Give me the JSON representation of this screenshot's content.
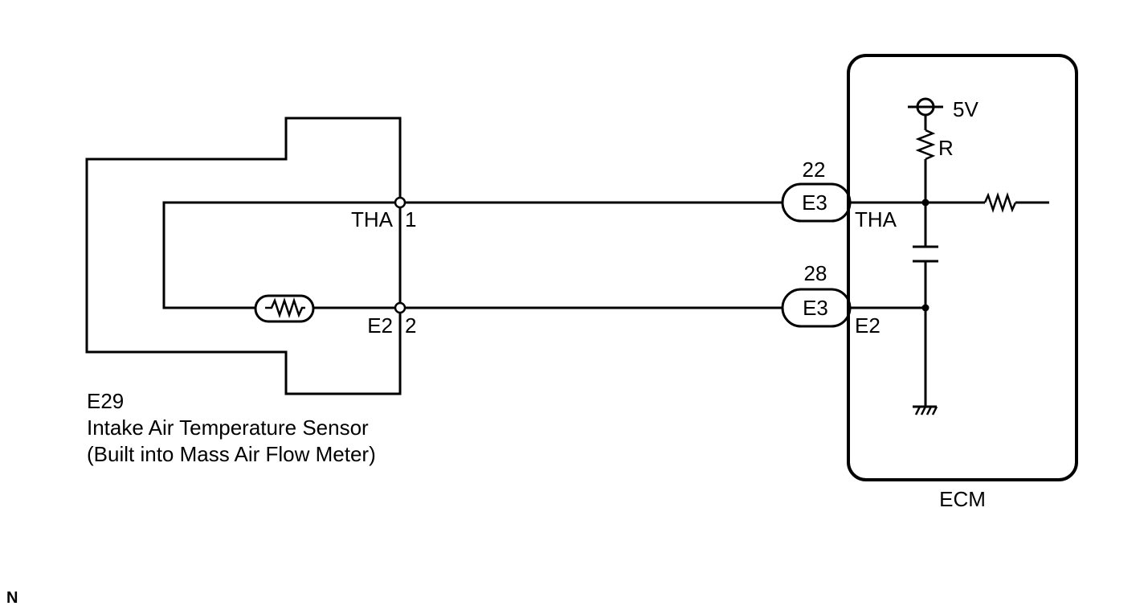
{
  "colors": {
    "line": "#000000",
    "background": "#ffffff"
  },
  "sensor": {
    "code": "E29",
    "name": "Intake Air Temperature Sensor",
    "note": "(Built into Mass Air Flow Meter)",
    "pin1_signal": "THA",
    "pin1_number": "1",
    "pin2_signal": "E2",
    "pin2_number": "2"
  },
  "connectors": [
    {
      "pin": "22",
      "code": "E3"
    },
    {
      "pin": "28",
      "code": "E3"
    }
  ],
  "ecm": {
    "name": "ECM",
    "thaLabel": "THA",
    "e2Label": "E2",
    "voltage": "5V",
    "resistorLabel": "R"
  },
  "corner_mark": "N"
}
